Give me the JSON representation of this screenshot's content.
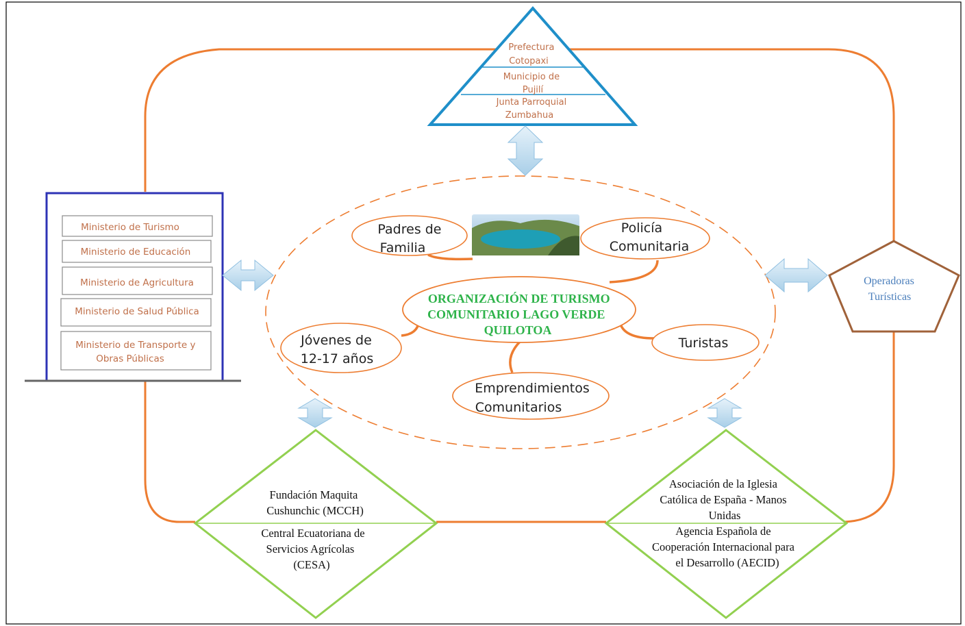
{
  "pyramid": {
    "levels": [
      [
        "Prefectura",
        "Cotopaxi"
      ],
      [
        "Municipio de",
        "Pujilí"
      ],
      [
        "Junta Parroquial",
        "Zumbahua"
      ]
    ]
  },
  "ministries": {
    "items": [
      [
        "Ministerio de Turismo"
      ],
      [
        "Ministerio de Educación"
      ],
      [
        "Ministerio de Agricultura"
      ],
      [
        "Ministerio de Salud Pública"
      ],
      [
        "Ministerio de Transporte y",
        "Obras Públicas"
      ]
    ]
  },
  "pentagon": {
    "label": [
      "Operadoras",
      "Turísticas"
    ]
  },
  "center": {
    "title": [
      "ORGANIZACIÓN DE TURISMO",
      "COMUNITARIO LAGO VERDE",
      "QUILOTOA"
    ]
  },
  "actors": {
    "padres": [
      "Padres de",
      "Familia"
    ],
    "policia": [
      "Policía",
      "Comunitaria"
    ],
    "jovenes": [
      "Jóvenes de",
      "12-17 años"
    ],
    "turistas": [
      "Turistas"
    ],
    "emprendimientos": [
      "Emprendimientos",
      "Comunitarios"
    ]
  },
  "left_diamond": {
    "top": [
      "Fundación Maquita",
      "Cushunchic (MCCH)"
    ],
    "bottom": [
      "Central Ecuatoriana de",
      "Servicios Agrícolas",
      "(CESA)"
    ]
  },
  "right_diamond": {
    "top": [
      "Asociación de la Iglesia",
      "Católica de España - Manos",
      "Unidas"
    ],
    "bottom": [
      "Agencia Española de",
      "Cooperación Internacional para",
      "el Desarrollo (AECID)"
    ]
  },
  "colors": {
    "orange": "#ED7D31",
    "ministry_text": "#C0704A",
    "pyramid_text": "#C0704A",
    "blue": "#1F8FC9",
    "navy": "#2E33B5",
    "brown": "#A0623A",
    "green": "#92D050",
    "center_green": "#2EB34A",
    "op_blue": "#4A7EBB",
    "arrow": "#BFDDEF"
  }
}
